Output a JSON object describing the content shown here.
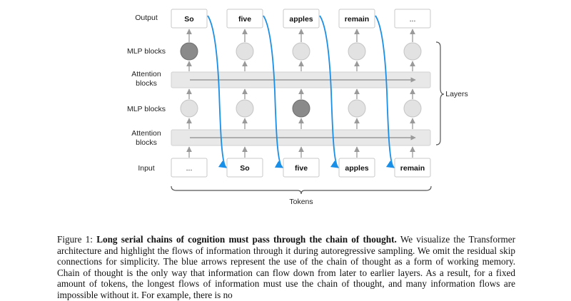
{
  "figure": {
    "row_labels": {
      "output": "Output",
      "mlp_top": "MLP blocks",
      "attn_top_1": "Attention",
      "attn_top_2": "blocks",
      "mlp_bottom": "MLP blocks",
      "attn_bottom_1": "Attention",
      "attn_bottom_2": "blocks",
      "input": "Input"
    },
    "output_tokens": [
      "So",
      "five",
      "apples",
      "remain",
      "..."
    ],
    "input_tokens": [
      "...",
      "So",
      "five",
      "apples",
      "remain"
    ],
    "layers_label": "Layers",
    "tokens_label": "Tokens",
    "mlp_top_dark_column": 0,
    "mlp_bottom_dark_column": 2,
    "colors": {
      "flow_arrow": "#1a8fe8",
      "node_light": "#e2e2e2",
      "node_dark": "#8a8a8a",
      "band": "#e8e8e8",
      "gray_arrow": "#9a9a9a"
    }
  },
  "caption": {
    "figure_label": "Figure 1:",
    "bold_title": "Long serial chains of cognition must pass through the chain of thought.",
    "body": "We visualize the Transformer architecture and highlight the flows of information through it during autoregressive sampling. We omit the residual skip connections for simplicity. The blue arrows represent the use of the chain of thought as a form of working memory. Chain of thought is the only way that information can flow down from later to earlier layers. As a result, for a fixed amount of tokens, the longest flows of information must use the chain of thought, and many information flows are impossible without it. For example, there is no"
  }
}
